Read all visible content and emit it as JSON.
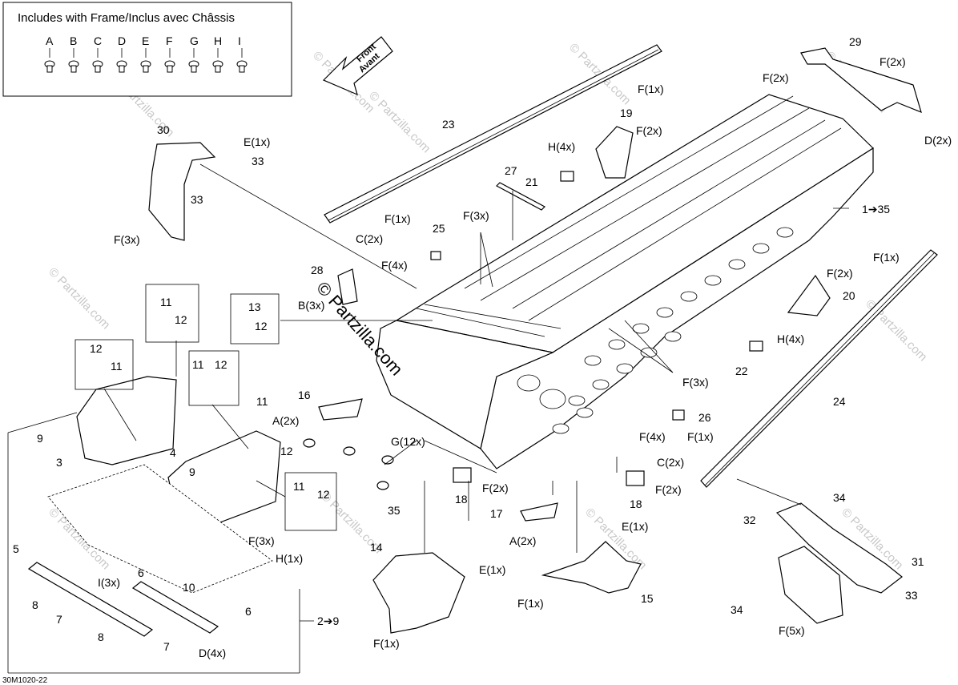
{
  "legend": {
    "title": "Includes with Frame/Inclus avec Châssis",
    "letters": [
      "A",
      "B",
      "C",
      "D",
      "E",
      "F",
      "G",
      "H",
      "I"
    ]
  },
  "front_arrow": {
    "line1": "Front",
    "line2": "Avant"
  },
  "watermarks": {
    "main": "© Partzilla.com",
    "faint": "© Partzilla.com"
  },
  "diagram_code": "30M1020-22",
  "labels": {
    "l29": "29",
    "lF2x_29": "F(2x)",
    "lD2x_29": "D(2x)",
    "lF1x_top": "F(1x)",
    "lF2x_top": "F(2x)",
    "l19": "19",
    "lF2x_19": "F(2x)",
    "l23": "23",
    "lH4x_top": "H(4x)",
    "l21": "21",
    "l27": "27",
    "l30": "30",
    "lE1x_30": "E(1x)",
    "l33a": "33",
    "l33b": "33",
    "lF3x_30": "F(3x)",
    "lF1x_23": "F(1x)",
    "lC2x_23": "C(2x)",
    "l25": "25",
    "lF3x_mid": "F(3x)",
    "lF4x_mid": "F(4x)",
    "l1_35": "1➔35",
    "l28": "28",
    "lB3x": "B(3x)",
    "l11a": "11",
    "l12a": "12",
    "l13": "13",
    "l12b": "12",
    "l12c": "12",
    "l11b": "11",
    "l11c": "11",
    "l12d": "12",
    "lF1x_24": "F(1x)",
    "lF2x_20": "F(2x)",
    "l20": "20",
    "lH4x_22": "H(4x)",
    "l22": "22",
    "lF3x_right": "F(3x)",
    "l24": "24",
    "l16": "16",
    "lA2x_16": "A(2x)",
    "l11d": "11",
    "l26": "26",
    "lF4x_lower": "F(4x)",
    "lF1x_lower": "F(1x)",
    "lC2x_lower": "C(2x)",
    "l9a": "9",
    "l3": "3",
    "l4": "4",
    "l9b": "9",
    "l12e": "12",
    "lG12x": "G(12x)",
    "l35": "35",
    "l18a": "18",
    "lF2x_18a": "F(2x)",
    "l18b": "18",
    "lF2x_18b": "F(2x)",
    "l11e": "11",
    "l12f": "12",
    "l17": "17",
    "lA2x_17": "A(2x)",
    "l32": "32",
    "l34a": "34",
    "l5": "5",
    "l8a": "8",
    "l7a": "7",
    "l6a": "6",
    "lI3x": "I(3x)",
    "lF3x_plate": "F(3x)",
    "lH1x": "H(1x)",
    "l14": "14",
    "lE1x_14": "E(1x)",
    "lF1x_14": "F(1x)",
    "lE1x_15": "E(1x)",
    "lF1x_15": "F(1x)",
    "l15": "15",
    "l10": "10",
    "l6b": "6",
    "l8b": "8",
    "l7b": "7",
    "lD4x": "D(4x)",
    "l2_9": "2➔9",
    "l31": "31",
    "l33c": "33",
    "l34b": "34",
    "lF5x": "F(5x)"
  }
}
